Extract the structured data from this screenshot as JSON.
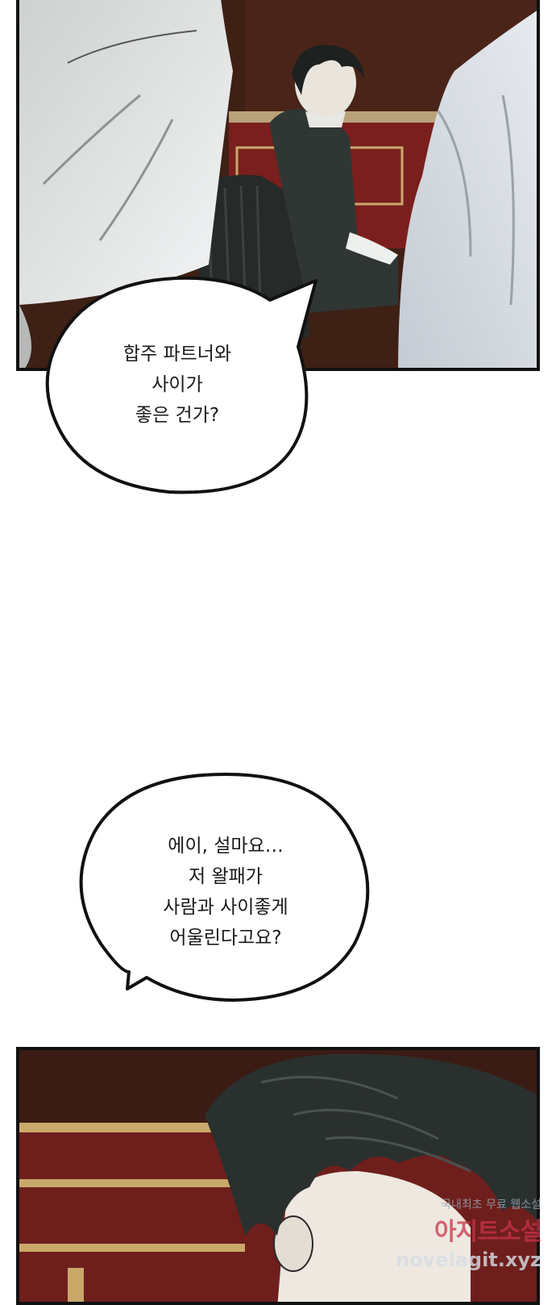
{
  "bubble_1": {
    "lines": [
      "합주 파트너와",
      "사이가",
      "좋은 건가?"
    ]
  },
  "bubble_2": {
    "lines": [
      "에이, 설마요…",
      "저 왈패가",
      "사람과 사이좋게",
      "어울린다고요?"
    ]
  },
  "watermark": {
    "tagline": "국내최초 무료 웹소설",
    "brand": "아지트소설",
    "url": "novelagit.xyz"
  },
  "colors": {
    "panel_border": "#111111",
    "wall_red": "#7a1f1d",
    "wood_dark": "#3a1e14",
    "figure_dark": "#2f3634",
    "cloth_light": "#dfe2e6"
  }
}
